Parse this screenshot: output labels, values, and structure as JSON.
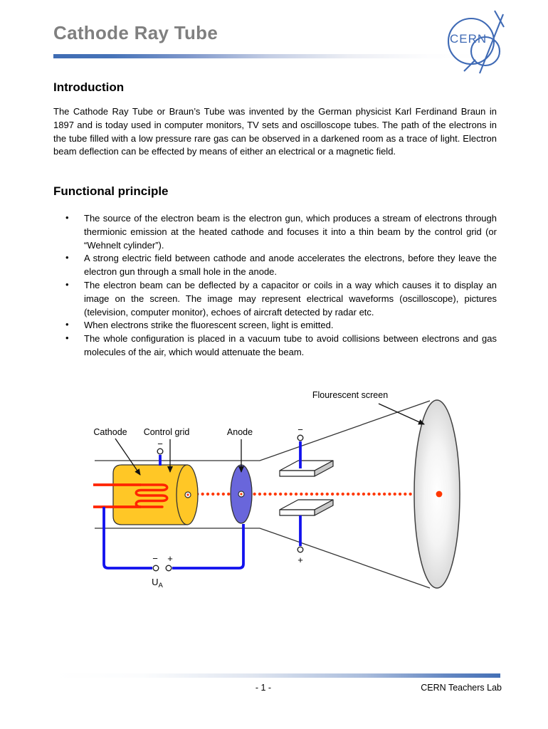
{
  "page": {
    "title": "Cathode Ray Tube",
    "footer": {
      "page_number": "- 1 -",
      "org": "CERN Teachers Lab"
    }
  },
  "logo": {
    "text": "CERN",
    "color": "#3f6ab5"
  },
  "list": {
    "marker": "•"
  },
  "sections": {
    "introduction": {
      "heading": "Introduction",
      "body": "The Cathode Ray Tube or Braun’s Tube was invented by the German physicist Karl Ferdinand Braun in 1897 and is today used in computer monitors, TV sets and oscilloscope tubes. The path of the electrons in the tube filled with a low pressure rare gas can be observed in a darkened room as a trace of light. Electron beam deflection can be effected by means of either an electrical or a magnetic field."
    },
    "functional_principle": {
      "heading": "Functional principle",
      "bullets": [
        "The source of the electron beam is the electron gun, which produces a stream of electrons through thermionic emission at the heated cathode and focuses it into a thin beam by the control grid (or “Wehnelt cylinder”).",
        "A strong electric field between cathode and anode accelerates the electrons, before they leave the electron gun through a small hole in the anode.",
        "The electron beam can be deflected by a capacitor or coils in a way which causes it to display an image on the screen. The image may represent electrical waveforms (oscilloscope), pictures (television, computer monitor), echoes of aircraft detected by radar etc.",
        "When electrons strike the fluorescent screen, light is emitted.",
        "The whole configuration is placed in a vacuum tube to avoid collisions between electrons and gas molecules of the air, which would attenuate the beam."
      ]
    }
  },
  "diagram": {
    "labels": {
      "fluorescent_screen": "Flourescent screen",
      "cathode": "Cathode",
      "control_grid": "Control grid",
      "anode": "Anode",
      "voltage": "U",
      "voltage_sub": "A",
      "minus": "−",
      "plus": "+"
    },
    "colors": {
      "gun_body": "#ffc726",
      "anode_disc": "#6966db",
      "wire_blue": "#1212ee",
      "heater_red": "#ff2400",
      "beam_red": "#ff3700",
      "outline": "#333333",
      "screen_edge": "#c9c9c9"
    }
  },
  "theme": {
    "accent_blue": "#4470b6",
    "title_gray": "#7f7f7f"
  }
}
